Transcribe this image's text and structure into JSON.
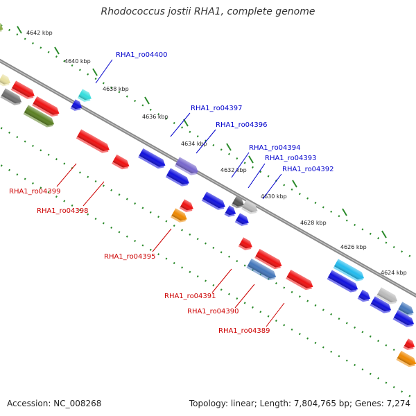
{
  "header": {
    "title": "Rhodococcus jostii RHA1, complete genome"
  },
  "footer": {
    "accession": "Accession: NC_008268",
    "topology": "Topology: linear; Length: 7,804,765 bp; Genes: 7,274"
  },
  "colors": {
    "forward_label": "#0000cc",
    "reverse_label": "#cc0000",
    "backbone": "#888888",
    "ruler": "#2a8a2a"
  },
  "ruler": {
    "ticks": [
      "4642 kbp",
      "4640 kbp",
      "4638 kbp",
      "4636 kbp",
      "4634 kbp",
      "4632 kbp",
      "4630 kbp",
      "4628 kbp",
      "4626 kbp",
      "4624 kbp"
    ]
  },
  "gene_labels": {
    "forward": [
      "RHA1_ro04400",
      "RHA1_ro04397",
      "RHA1_ro04396",
      "RHA1_ro04394",
      "RHA1_ro04393",
      "RHA1_ro04392"
    ],
    "reverse": [
      "RHA1_ro04399",
      "RHA1_ro04398",
      "RHA1_ro04395",
      "RHA1_ro04391",
      "RHA1_ro04390",
      "RHA1_ro04389"
    ]
  }
}
